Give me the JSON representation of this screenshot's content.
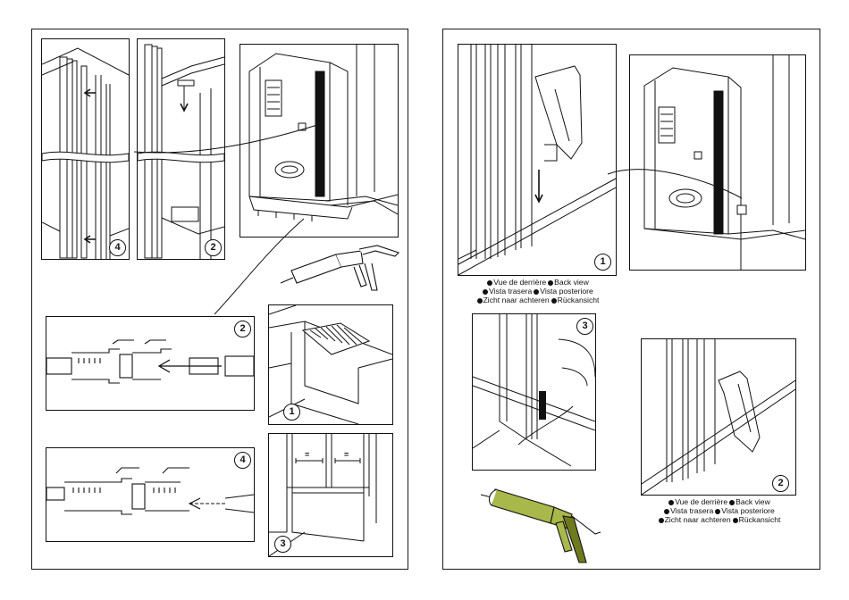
{
  "left_page": {
    "panels": [
      {
        "id": "profile-top-4",
        "number": "4"
      },
      {
        "id": "profile-top-2",
        "number": "2"
      },
      {
        "id": "cabin-overview-left"
      },
      {
        "id": "profile-section-2",
        "number": "2"
      },
      {
        "id": "silicone-apply-1",
        "number": "1"
      },
      {
        "id": "profile-section-4",
        "number": "4"
      },
      {
        "id": "panel-join-3",
        "number": "3",
        "equal_marks": [
          "=",
          "="
        ]
      }
    ]
  },
  "right_page": {
    "panels": [
      {
        "id": "back-view-1",
        "number": "1"
      },
      {
        "id": "cabin-overview-right"
      },
      {
        "id": "silicone-joint-3",
        "number": "3"
      },
      {
        "id": "back-view-2",
        "number": "2"
      }
    ],
    "caption_1": [
      [
        "Vue de derrière",
        "Back view"
      ],
      [
        "Vista trasera",
        "Vista posteriore"
      ],
      [
        "Zicht naar achteren",
        "Rückansicht"
      ]
    ],
    "caption_2": [
      [
        "Vue de derrière",
        "Back view"
      ],
      [
        "Vista trasera",
        "Vista posteriore"
      ],
      [
        "Zicht naar achteren",
        "Rückansicht"
      ]
    ]
  },
  "colors": {
    "line": "#111111",
    "silicone_gun_body": "#a9b84a",
    "silicone_gun_dark": "#6f7a1e"
  }
}
